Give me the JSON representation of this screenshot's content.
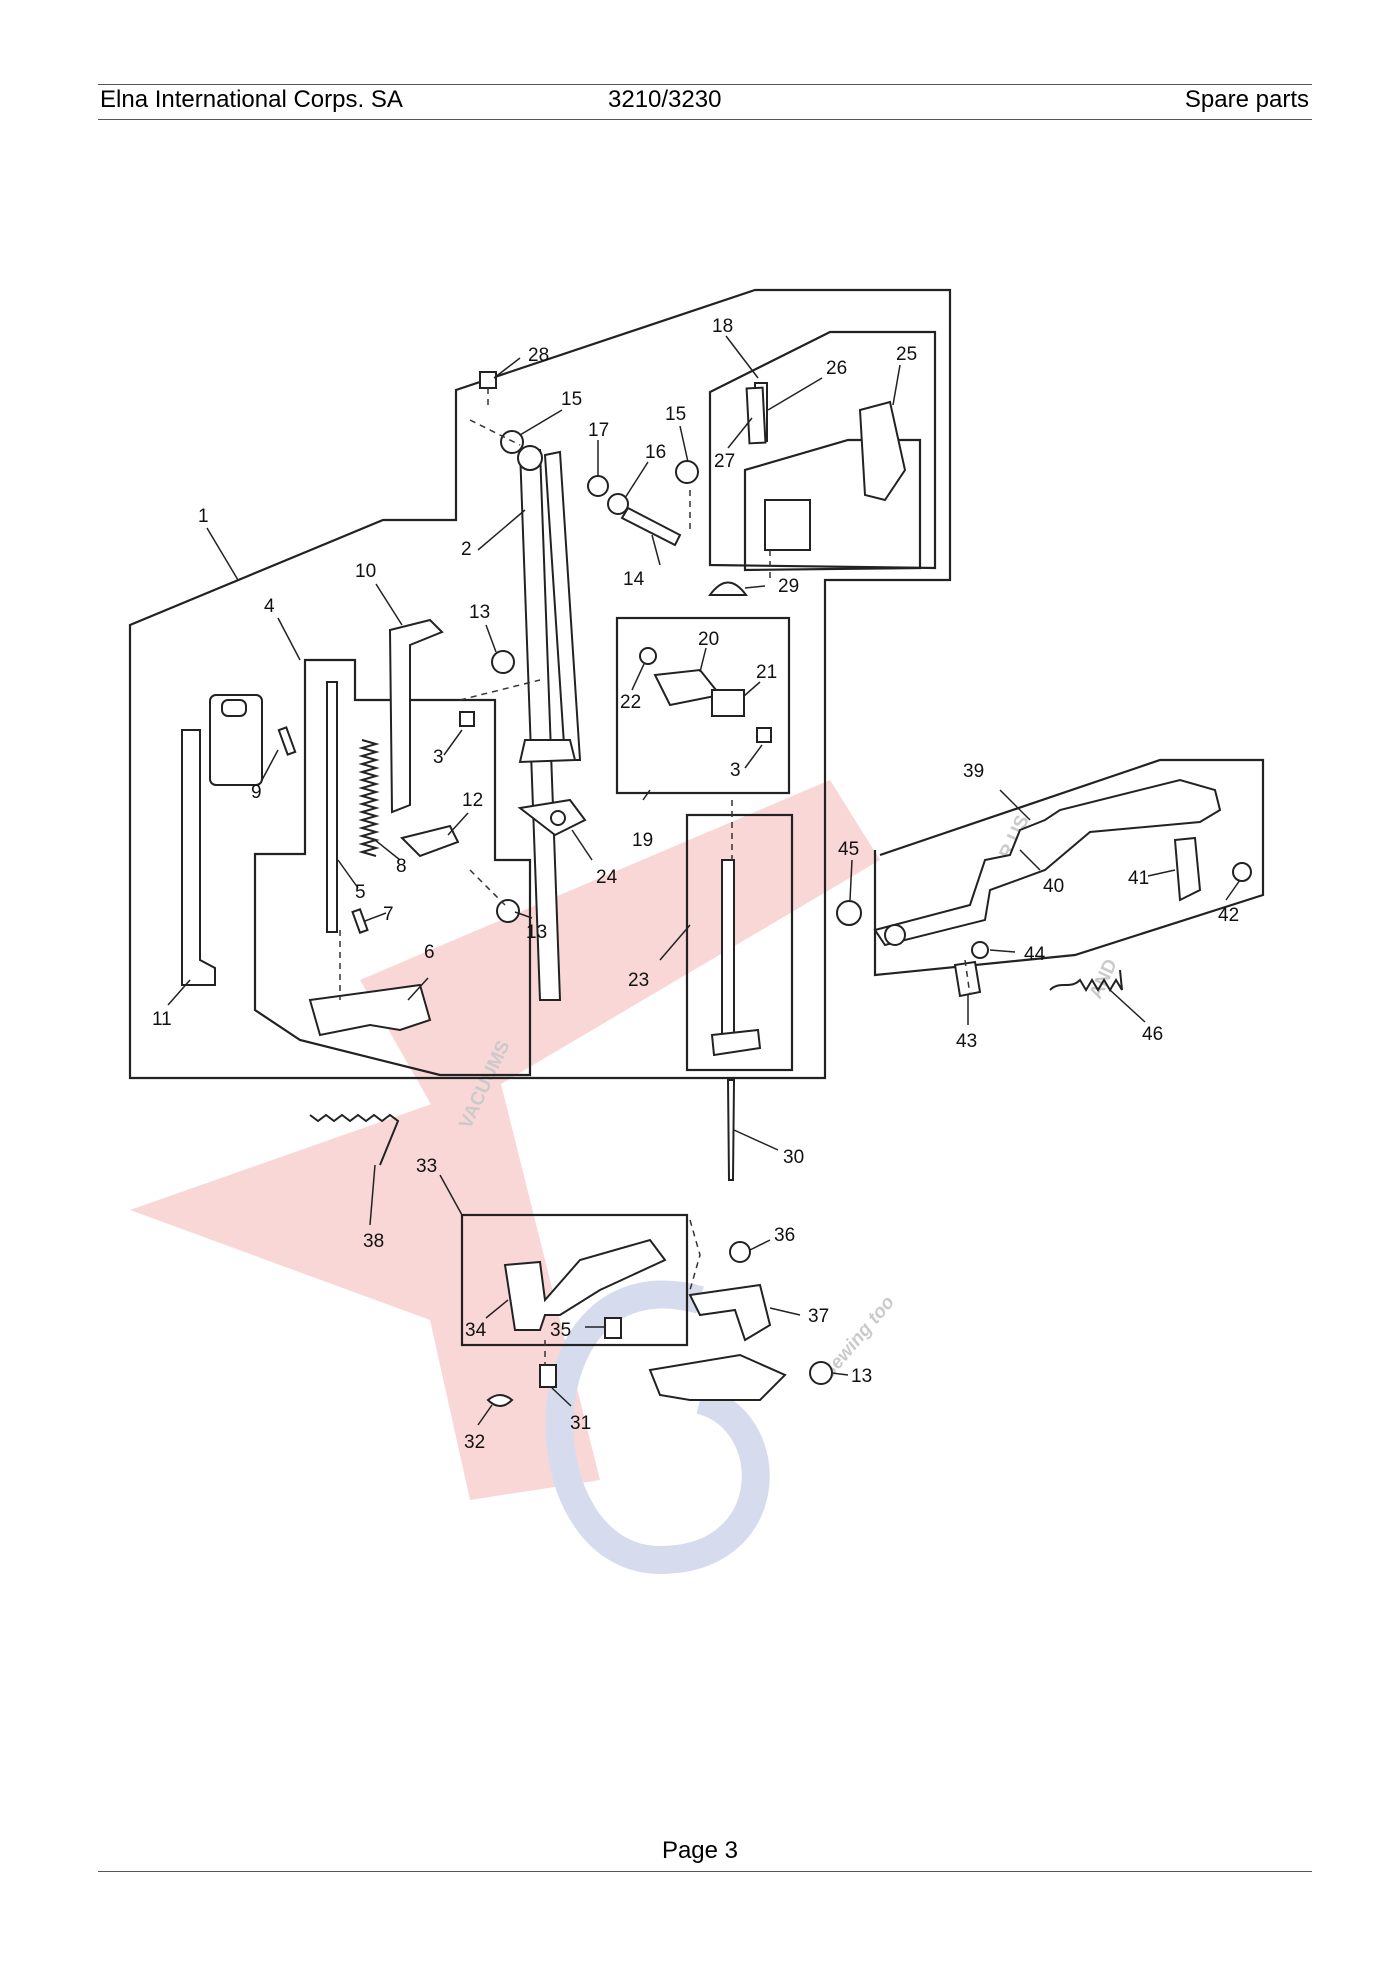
{
  "header": {
    "company": "Elna International Corps. SA",
    "model": "3210/3230",
    "section": "Spare parts"
  },
  "footer": {
    "page": "Page 3"
  },
  "watermark": {
    "word1": "VACUUMS",
    "word2": "R US",
    "word3": "AND",
    "word4": "Sewing too",
    "color_red": "#e84a4a",
    "color_blue": "#4a5ab0"
  },
  "diagram": {
    "part_labels": [
      "1",
      "2",
      "3",
      "3",
      "4",
      "5",
      "6",
      "7",
      "8",
      "9",
      "10",
      "11",
      "12",
      "13",
      "13",
      "13",
      "13",
      "14",
      "15",
      "15",
      "16",
      "17",
      "18",
      "19",
      "20",
      "21",
      "22",
      "23",
      "24",
      "25",
      "26",
      "27",
      "28",
      "29",
      "30",
      "31",
      "32",
      "33",
      "34",
      "35",
      "36",
      "37",
      "38",
      "39",
      "40",
      "41",
      "42",
      "43",
      "44",
      "45",
      "46"
    ]
  }
}
